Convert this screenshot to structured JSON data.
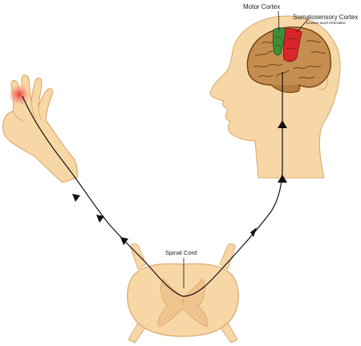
{
  "labels": {
    "motor_cortex": "Motor Cortex",
    "somatosensory_cortex": "Somatosensory Cortex",
    "somatosensory_note": "receives touch information",
    "spinal_cord": "Spinal Cord"
  },
  "colors": {
    "skin": "#F8D7A6",
    "skin_outline": "#D9A86C",
    "brain": "#C58E4E",
    "brain_outline": "#6E4216",
    "motor_area": "#3E8E3A",
    "sensory_area": "#D8262A",
    "touch_glow": "#F08070",
    "pathway": "#111111"
  },
  "icons": {
    "hand": "hand-icon",
    "head": "head-icon",
    "brain": "brain-icon",
    "spinal_cord_section": "spinal-cord-icon",
    "arrow": "arrowhead-icon"
  }
}
